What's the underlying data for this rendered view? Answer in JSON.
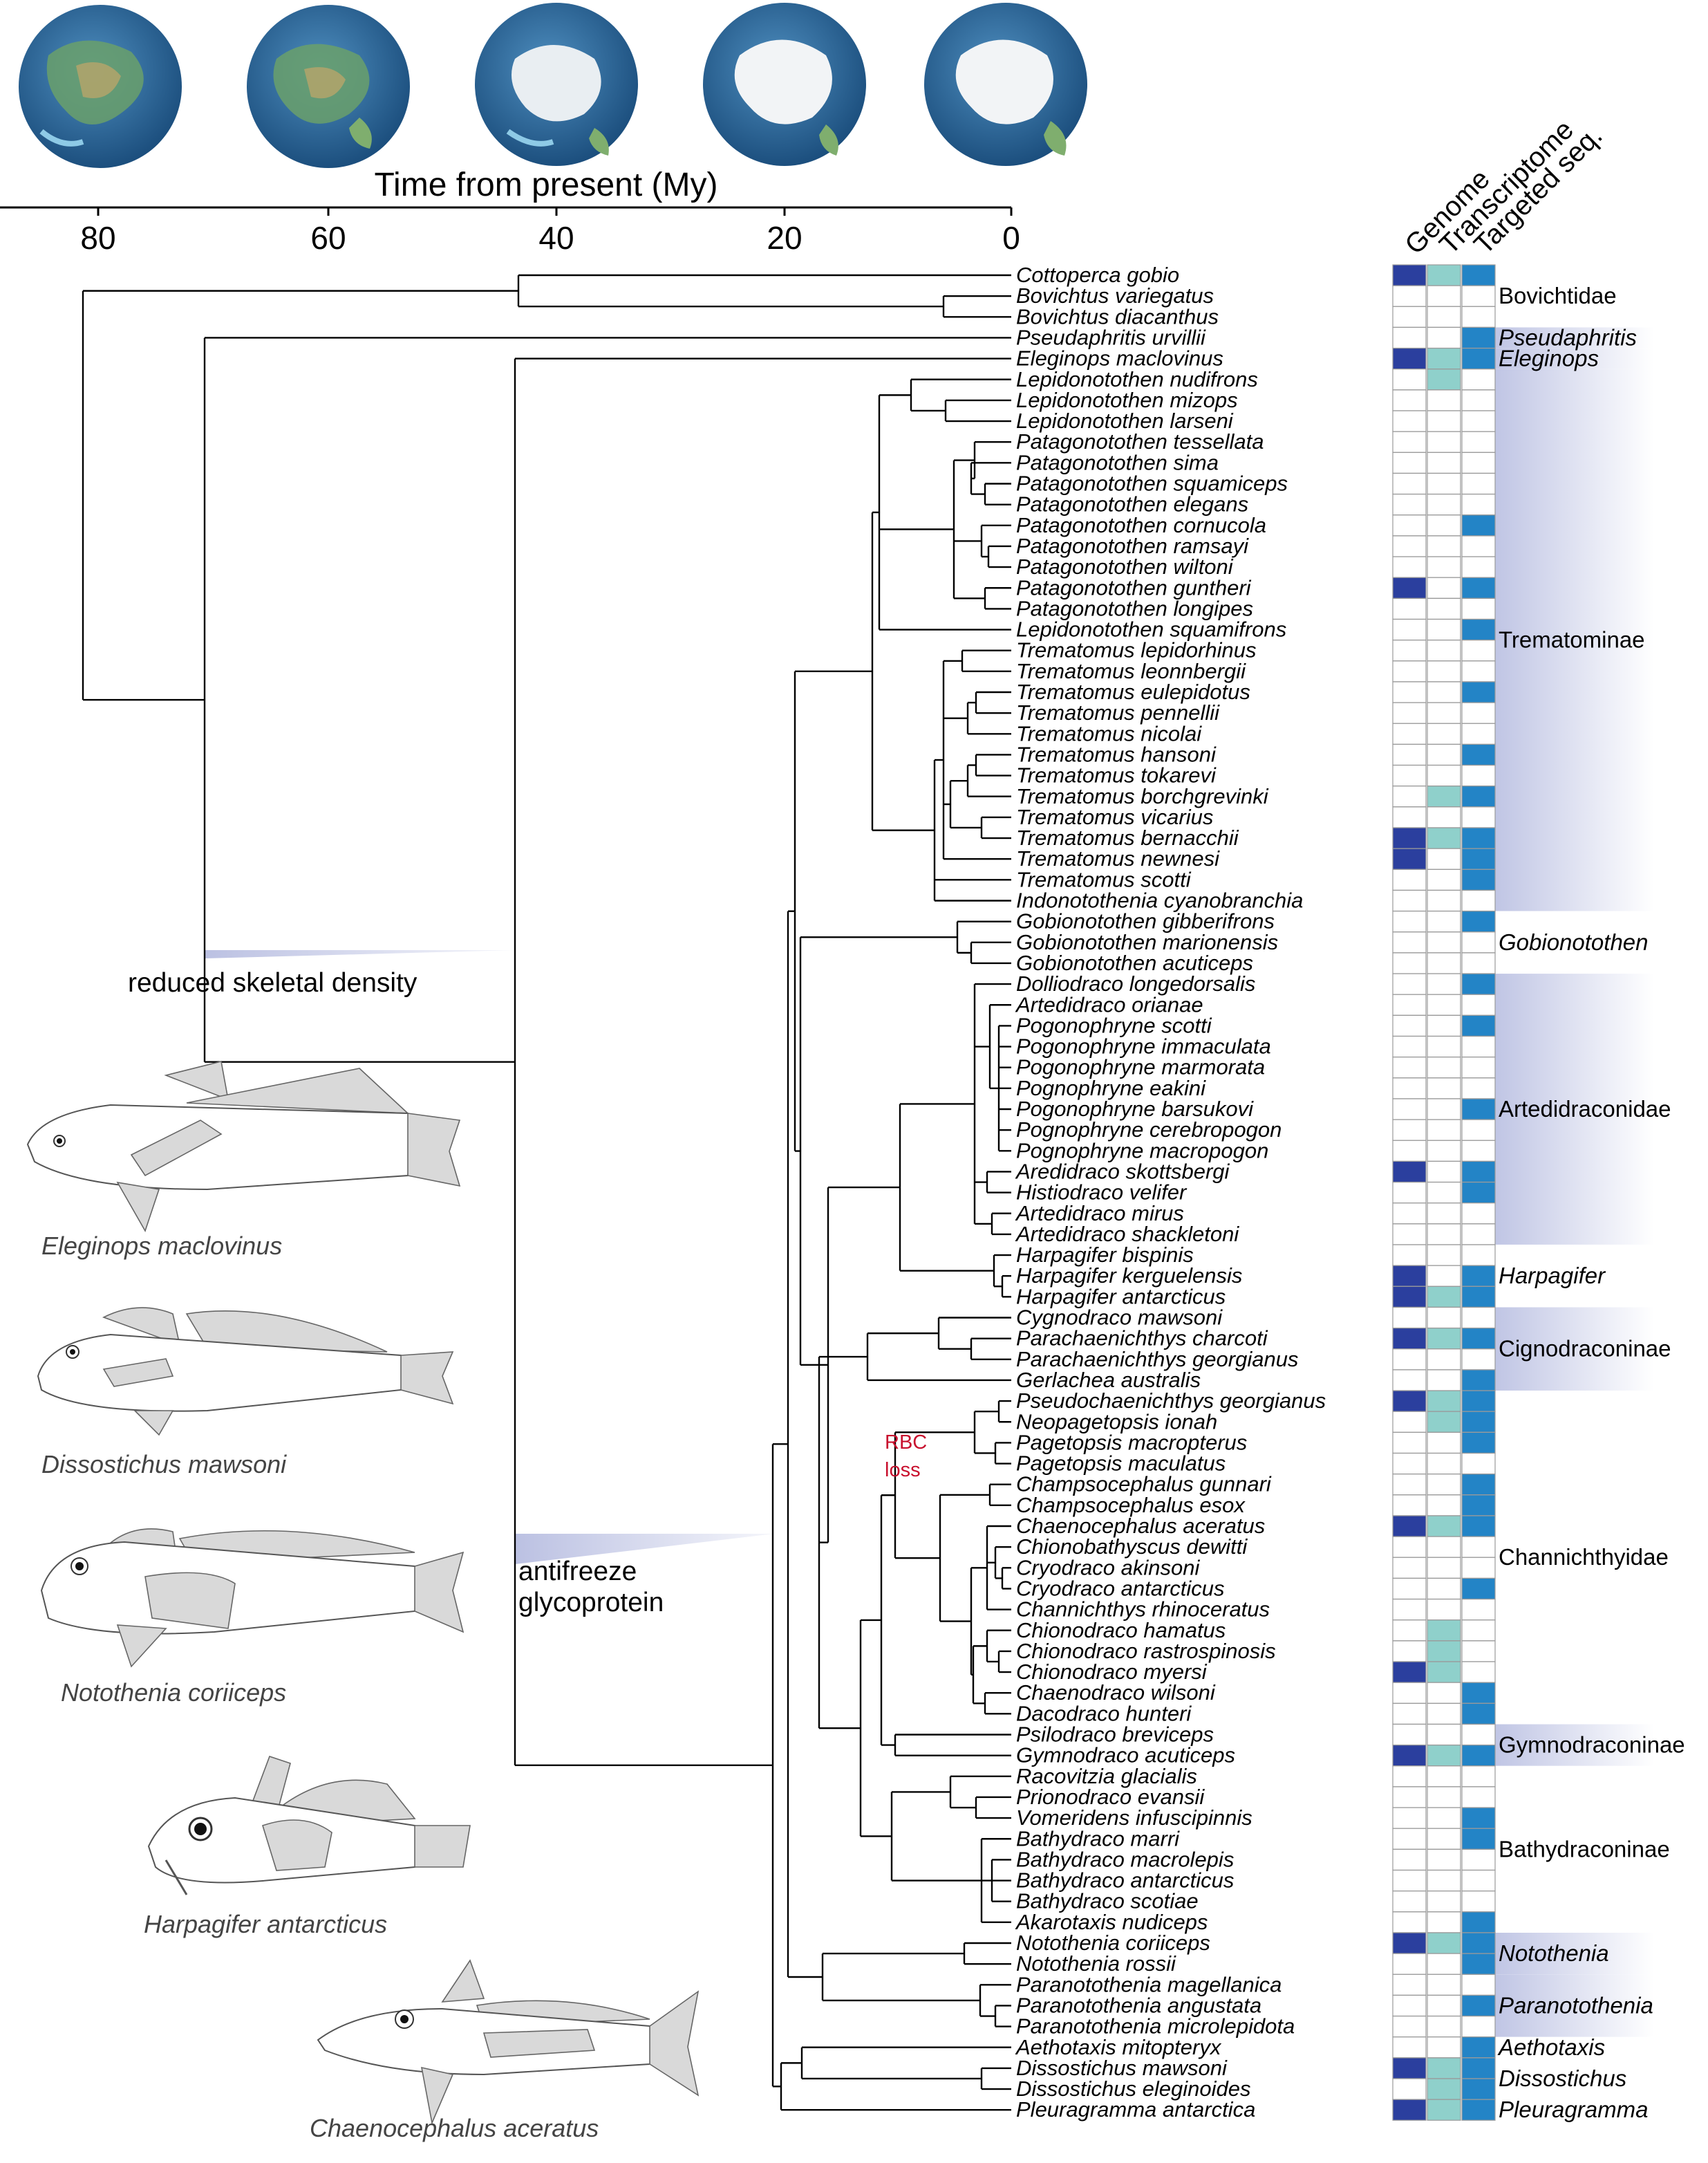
{
  "header": {
    "axis_title": "Time from present (My)",
    "ticks": [
      "80",
      "60",
      "40",
      "20",
      "0"
    ],
    "globes": [
      "globe-1",
      "globe-2",
      "globe-3",
      "globe-4",
      "globe-5"
    ]
  },
  "columns": [
    "Genome",
    "Transcriptome",
    "Targeted seq."
  ],
  "colors": {
    "genome": "#2b3f9e",
    "transcriptome": "#8fd0cb",
    "targeted": "#2384c6",
    "empty": "#ffffff",
    "band": "#9ea6d6",
    "rbc_text": "#c8102e"
  },
  "taxa": [
    {
      "name": "Cottoperca gobio",
      "d": "GTS"
    },
    {
      "name": "Bovichtus variegatus",
      "d": ""
    },
    {
      "name": "Bovichtus diacanthus",
      "d": ""
    },
    {
      "name": "Pseudaphritis urvillii",
      "d": "S"
    },
    {
      "name": "Eleginops maclovinus",
      "d": "GTS"
    },
    {
      "name": "Lepidonotothen nudifrons",
      "d": "T"
    },
    {
      "name": "Lepidonotothen mizops",
      "d": ""
    },
    {
      "name": "Lepidonotothen larseni",
      "d": ""
    },
    {
      "name": "Patagonotothen tessellata",
      "d": ""
    },
    {
      "name": "Patagonotothen sima",
      "d": ""
    },
    {
      "name": "Patagonotothen squamiceps",
      "d": ""
    },
    {
      "name": "Patagonotothen elegans",
      "d": ""
    },
    {
      "name": "Patagonotothen cornucola",
      "d": "S"
    },
    {
      "name": "Patagonotothen ramsayi",
      "d": ""
    },
    {
      "name": "Patagonotothen wiltoni",
      "d": ""
    },
    {
      "name": "Patagonotothen guntheri",
      "d": "GS"
    },
    {
      "name": "Patagonotothen longipes",
      "d": ""
    },
    {
      "name": "Lepidonotothen squamifrons",
      "d": "S"
    },
    {
      "name": "Trematomus lepidorhinus",
      "d": ""
    },
    {
      "name": "Trematomus leonnbergii",
      "d": ""
    },
    {
      "name": "Trematomus eulepidotus",
      "d": "S"
    },
    {
      "name": "Trematomus pennellii",
      "d": ""
    },
    {
      "name": "Trematomus nicolai",
      "d": ""
    },
    {
      "name": "Trematomus hansoni",
      "d": "S"
    },
    {
      "name": "Trematomus tokarevi",
      "d": ""
    },
    {
      "name": "Trematomus borchgrevinki",
      "d": "TS"
    },
    {
      "name": "Trematomus vicarius",
      "d": ""
    },
    {
      "name": "Trematomus bernacchii",
      "d": "GTS"
    },
    {
      "name": "Trematomus newnesi",
      "d": "GS"
    },
    {
      "name": "Trematomus scotti",
      "d": "S"
    },
    {
      "name": "Indonotothenia cyanobranchia",
      "d": ""
    },
    {
      "name": "Gobionotothen gibberifrons",
      "d": "S"
    },
    {
      "name": "Gobionotothen marionensis",
      "d": ""
    },
    {
      "name": "Gobionotothen acuticeps",
      "d": ""
    },
    {
      "name": "Dolliodraco longedorsalis",
      "d": "S"
    },
    {
      "name": "Artedidraco orianae",
      "d": ""
    },
    {
      "name": "Pogonophryne scotti",
      "d": "S"
    },
    {
      "name": "Pogonophryne immaculata",
      "d": ""
    },
    {
      "name": "Pogonophryne marmorata",
      "d": ""
    },
    {
      "name": "Pognophryne eakini",
      "d": ""
    },
    {
      "name": "Pogonophryne barsukovi",
      "d": "S"
    },
    {
      "name": "Pognophryne cerebropogon",
      "d": ""
    },
    {
      "name": "Pognophryne macropogon",
      "d": ""
    },
    {
      "name": "Aredidraco skottsbergi",
      "d": "GS"
    },
    {
      "name": "Histiodraco velifer",
      "d": "S"
    },
    {
      "name": "Artedidraco mirus",
      "d": ""
    },
    {
      "name": "Artedidraco shackletoni",
      "d": ""
    },
    {
      "name": "Harpagifer bispinis",
      "d": ""
    },
    {
      "name": "Harpagifer kerguelensis",
      "d": "GS"
    },
    {
      "name": "Harpagifer antarcticus",
      "d": "GTS"
    },
    {
      "name": "Cygnodraco mawsoni",
      "d": ""
    },
    {
      "name": "Parachaenichthys charcoti",
      "d": "GTS"
    },
    {
      "name": "Parachaenichthys georgianus",
      "d": ""
    },
    {
      "name": "Gerlachea australis",
      "d": "S"
    },
    {
      "name": "Pseudochaenichthys georgianus",
      "d": "GTS"
    },
    {
      "name": "Neopagetopsis ionah",
      "d": "TS"
    },
    {
      "name": "Pagetopsis macropterus",
      "d": "S"
    },
    {
      "name": "Pagetopsis maculatus",
      "d": ""
    },
    {
      "name": "Champsocephalus gunnari",
      "d": "S"
    },
    {
      "name": "Champsocephalus esox",
      "d": "S"
    },
    {
      "name": "Chaenocephalus aceratus",
      "d": "GTS"
    },
    {
      "name": "Chionobathyscus dewitti",
      "d": ""
    },
    {
      "name": "Cryodraco akinsoni",
      "d": ""
    },
    {
      "name": "Cryodraco antarcticus",
      "d": "S"
    },
    {
      "name": "Channichthys rhinoceratus",
      "d": ""
    },
    {
      "name": "Chionodraco hamatus",
      "d": "T"
    },
    {
      "name": "Chionodraco rastrospinosis",
      "d": "T"
    },
    {
      "name": "Chionodraco myersi",
      "d": "GT"
    },
    {
      "name": "Chaenodraco wilsoni",
      "d": "S"
    },
    {
      "name": "Dacodraco hunteri",
      "d": "S"
    },
    {
      "name": "Psilodraco breviceps",
      "d": ""
    },
    {
      "name": "Gymnodraco acuticeps",
      "d": "GTS"
    },
    {
      "name": "Racovitzia glacialis",
      "d": ""
    },
    {
      "name": "Prionodraco evansii",
      "d": ""
    },
    {
      "name": "Vomeridens infuscipinnis",
      "d": "S"
    },
    {
      "name": "Bathydraco marri",
      "d": "S"
    },
    {
      "name": "Bathydraco macrolepis",
      "d": ""
    },
    {
      "name": "Bathydraco antarcticus",
      "d": ""
    },
    {
      "name": "Bathydraco scotiae",
      "d": ""
    },
    {
      "name": "Akarotaxis nudiceps",
      "d": "S"
    },
    {
      "name": "Notothenia coriiceps",
      "d": "GTS"
    },
    {
      "name": "Notothenia rossii",
      "d": "S"
    },
    {
      "name": "Paranotothenia magellanica",
      "d": ""
    },
    {
      "name": "Paranotothenia angustata",
      "d": "S"
    },
    {
      "name": "Paranotothenia microlepidota",
      "d": ""
    },
    {
      "name": "Aethotaxis mitopteryx",
      "d": "S"
    },
    {
      "name": "Dissostichus mawsoni",
      "d": "GTS"
    },
    {
      "name": "Dissostichus eleginoides",
      "d": "TS"
    },
    {
      "name": "Pleuragramma antarctica",
      "d": "GTS"
    }
  ],
  "groups": [
    {
      "label": "Bovichtidae",
      "italic": false,
      "start": 0,
      "end": 2,
      "band": false
    },
    {
      "label": "Pseudaphritis",
      "italic": true,
      "start": 3,
      "end": 3,
      "band": true
    },
    {
      "label": "Eleginops",
      "italic": true,
      "start": 4,
      "end": 4,
      "band": true
    },
    {
      "label": "Trematominae",
      "italic": false,
      "start": 5,
      "end": 30,
      "band": true
    },
    {
      "label": "Gobionotothen",
      "italic": true,
      "start": 31,
      "end": 33,
      "band": false
    },
    {
      "label": "Artedidraconidae",
      "italic": false,
      "start": 34,
      "end": 46,
      "band": true
    },
    {
      "label": "Harpagifer",
      "italic": true,
      "start": 47,
      "end": 49,
      "band": false
    },
    {
      "label": "Cignodraconinae",
      "italic": false,
      "start": 50,
      "end": 53,
      "band": true
    },
    {
      "label": "Channichthyidae",
      "italic": false,
      "start": 54,
      "end": 69,
      "band": false
    },
    {
      "label": "Gymnodraconinae",
      "italic": false,
      "start": 70,
      "end": 71,
      "band": true
    },
    {
      "label": "Bathydraconinae",
      "italic": false,
      "start": 72,
      "end": 79,
      "band": false
    },
    {
      "label": "Notothenia",
      "italic": true,
      "start": 80,
      "end": 81,
      "band": true
    },
    {
      "label": "Paranotothenia",
      "italic": true,
      "start": 82,
      "end": 84,
      "band": true
    },
    {
      "label": "Aethotaxis",
      "italic": true,
      "start": 85,
      "end": 85,
      "band": false
    },
    {
      "label": "Dissostichus",
      "italic": true,
      "start": 86,
      "end": 87,
      "band": false
    },
    {
      "label": "Pleuragramma",
      "italic": true,
      "start": 88,
      "end": 88,
      "band": false
    }
  ],
  "annotations": {
    "skeletal": "reduced skeletal density",
    "afgp_line1": "antifreeze",
    "afgp_line2": "glycoprotein",
    "rbc_line1": "RBC",
    "rbc_line2": "loss"
  },
  "fish": [
    {
      "caption": "Eleginops maclovinus"
    },
    {
      "caption": "Dissostichus mawsoni"
    },
    {
      "caption": "Notothenia coriiceps"
    },
    {
      "caption": "Harpagifer antarcticus"
    },
    {
      "caption": "Chaenocephalus aceratus"
    }
  ]
}
